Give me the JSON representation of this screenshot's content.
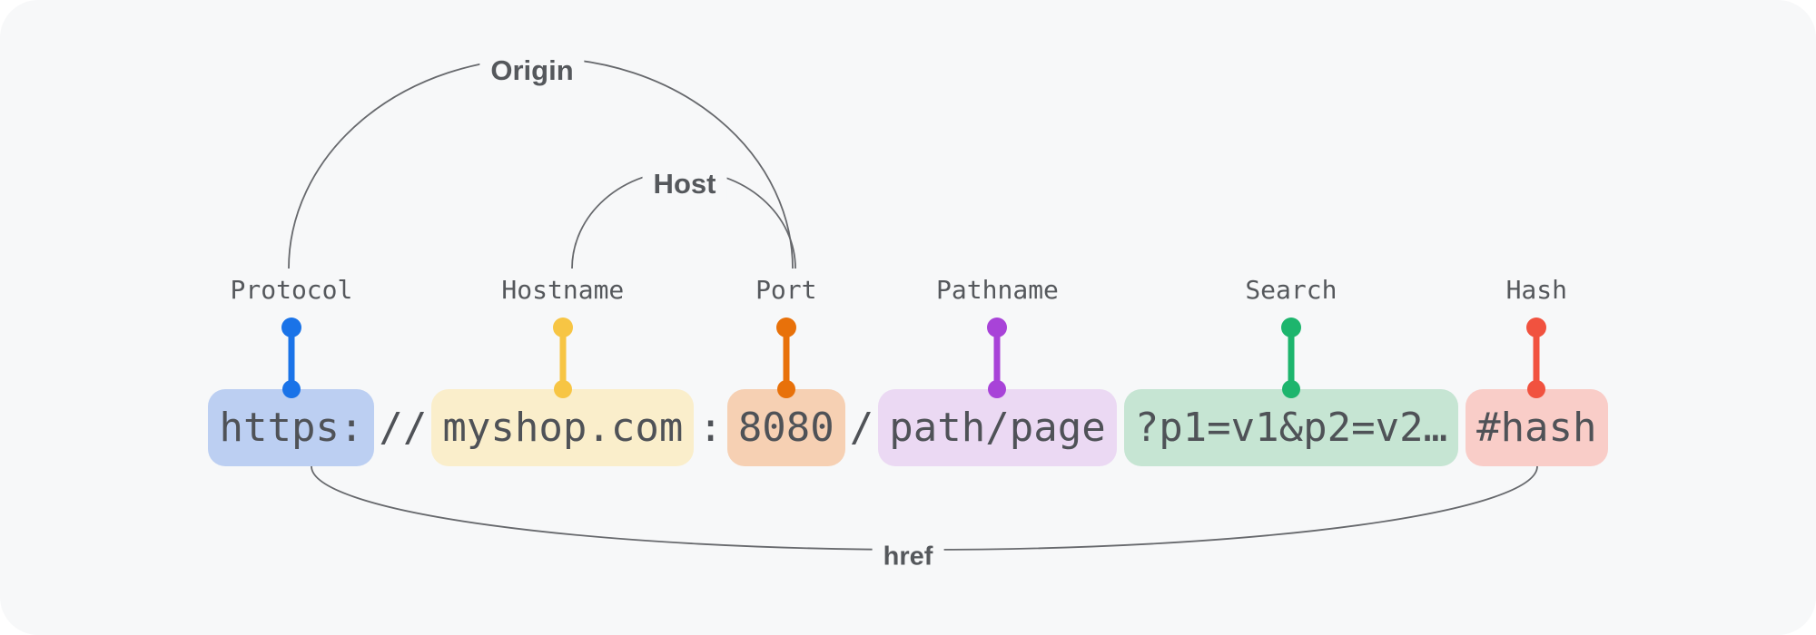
{
  "diagram": {
    "title_none": "",
    "canvas_bg": "#f7f8f9",
    "line_color": "#67696d",
    "url_text_color": "#4f5257",
    "arc_labels": {
      "origin": "Origin",
      "host": "Host",
      "href": "href"
    },
    "url_parts": [
      {
        "text": "https:",
        "part": "protocol",
        "label": "Protocol",
        "box_bg": "#bccff2",
        "dot_color": "#1a73e8",
        "highlighted": true
      },
      {
        "text": "//",
        "part": "separator-slashes",
        "highlighted": false
      },
      {
        "text": "myshop.com",
        "part": "hostname",
        "label": "Hostname",
        "box_bg": "#faeecb",
        "dot_color": "#f7c544",
        "highlighted": true
      },
      {
        "text": ":",
        "part": "separator-colon",
        "highlighted": false
      },
      {
        "text": "8080",
        "part": "port",
        "label": "Port",
        "box_bg": "#f6d0b3",
        "dot_color": "#e8710a",
        "highlighted": true
      },
      {
        "text": "/",
        "part": "separator-slash",
        "highlighted": false
      },
      {
        "text": "path/page",
        "part": "pathname",
        "label": "Pathname",
        "box_bg": "#ebd9f3",
        "dot_color": "#a843d8",
        "highlighted": true
      },
      {
        "text": "?p1=v1&p2=v2…",
        "part": "search",
        "label": "Search",
        "box_bg": "#c6e5d3",
        "dot_color": "#1db56d",
        "highlighted": true
      },
      {
        "text": "#hash",
        "part": "hash",
        "label": "Hash",
        "box_bg": "#f9cdc8",
        "dot_color": "#f1523f",
        "highlighted": true
      }
    ]
  }
}
